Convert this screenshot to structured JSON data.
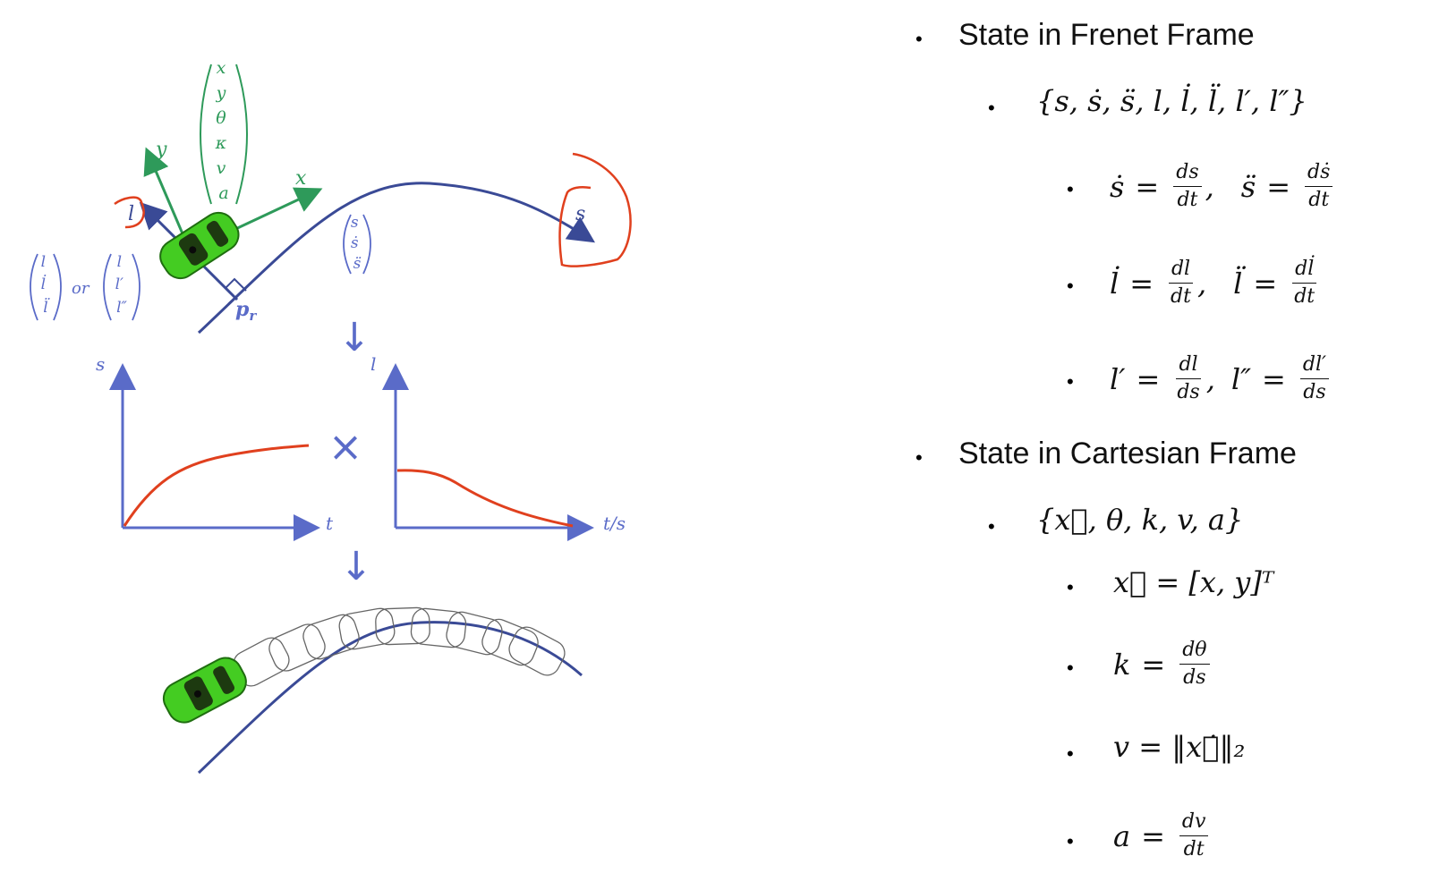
{
  "diagram": {
    "state_vector_cartesian": [
      "x",
      "y",
      "θ",
      "κ",
      "v",
      "a"
    ],
    "axis_x_label": "x",
    "axis_y_label": "y",
    "l_label": "l",
    "s_label": "s",
    "pr_label": "p",
    "pr_subscript": "r",
    "state_vector_s": [
      "s",
      "ṡ",
      "s̈"
    ],
    "state_vector_l1": [
      "l",
      "l̇",
      "l̈"
    ],
    "or_text": "or",
    "state_vector_l2": [
      "l",
      "l′",
      "l″"
    ],
    "plot_left_ylabel": "s",
    "plot_left_xlabel": "t",
    "plot_right_ylabel": "l",
    "plot_right_xlabel": "t/s",
    "times_symbol": "×",
    "arrow_down_1": "↓",
    "arrow_down_2": "↓",
    "colors": {
      "curve": "#3a4a96",
      "green": "#2e9a5a",
      "red": "#e0401e",
      "lightblue": "#5a6bc8",
      "car": "#44cc22"
    }
  },
  "right_panel": {
    "bullet": "•",
    "frenet_heading": "State in Frenet Frame",
    "frenet_set": "{s, ṡ, s̈, l, l̇, l̈, l′, l″}",
    "eq1": {
      "lhs_a": "ṡ",
      "num_a": "ds",
      "den_a": "dt",
      "lhs_b": "s̈",
      "num_b": "dṡ",
      "den_b": "dt"
    },
    "eq2": {
      "lhs_a": "l̇",
      "num_a": "dl",
      "den_a": "dt",
      "lhs_b": "l̈",
      "num_b": "dl̇",
      "den_b": "dt"
    },
    "eq3": {
      "lhs_a": "l′",
      "num_a": "dl",
      "den_a": "ds",
      "lhs_b": "l″",
      "num_b": "dl′",
      "den_b": "ds"
    },
    "cartesian_heading": "State in Cartesian Frame",
    "cartesian_set": "{x⃗, θ, k, v, a}",
    "eq4": "x⃗ = [x, y]ᵀ",
    "eq5": {
      "lhs": "k",
      "num": "dθ",
      "den": "ds"
    },
    "eq6": "v = ‖x⃗̇‖₂",
    "eq7": {
      "lhs": "a",
      "num": "dv",
      "den": "dt"
    }
  }
}
